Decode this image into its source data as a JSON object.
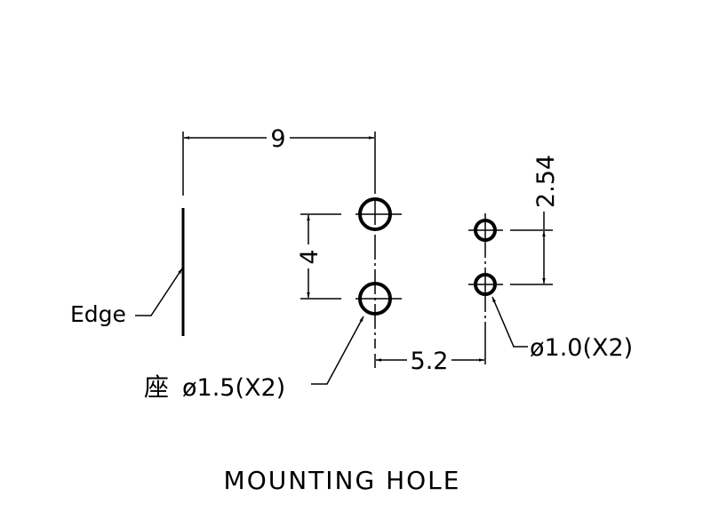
{
  "title": "MOUNTING HOLE",
  "dimensions": {
    "edge_to_hole": "9",
    "large_hole_pitch": "4",
    "small_hole_pitch": "2.54",
    "hole_row_spacing": "5.2"
  },
  "labels": {
    "edge": "Edge",
    "large_hole_prefix": "座",
    "large_hole": "ø1.5(X2)",
    "small_hole": "ø1.0(X2)"
  }
}
